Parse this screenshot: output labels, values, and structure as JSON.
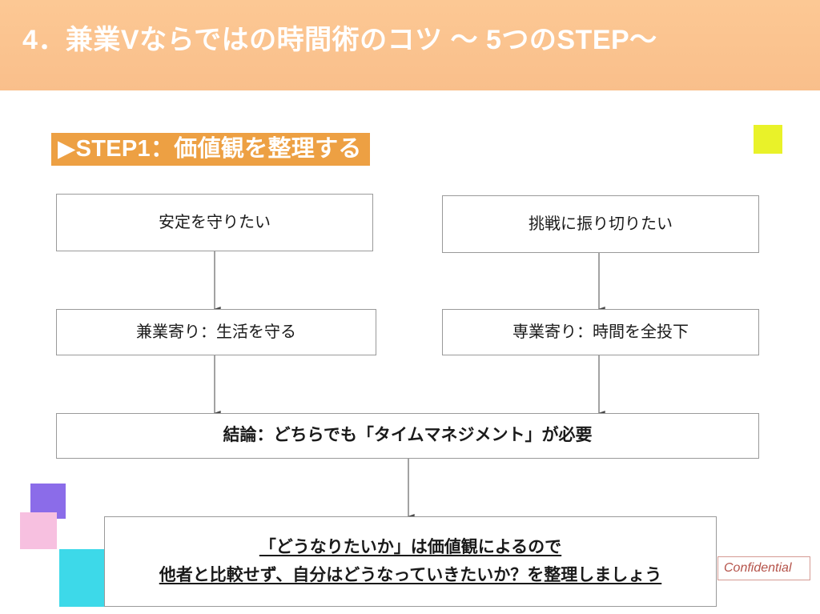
{
  "slide": {
    "title": "4．兼業Vならではの時間術のコツ ～ 5つのSTEP～",
    "step_banner": "▶STEP1：価値観を整理する",
    "confidential_label": "Confidential"
  },
  "colors": {
    "title_band_start": "#fcc894",
    "title_band_end": "#f9bf8b",
    "banner_orange": "#eda043",
    "box_border": "#9a9a9a",
    "connector": "#8c8c8c",
    "deco_green": "#e9f229",
    "deco_purple": "#8b6ce9",
    "deco_pink": "#f7c0e0",
    "deco_cyan": "#3dd9e9",
    "confidential_text": "#b5534a",
    "confidential_border": "#d59a93"
  },
  "flow": {
    "boxes": [
      {
        "id": "stability",
        "text": "安定を守りたい"
      },
      {
        "id": "challenge",
        "text": "挑戦に振り切りたい"
      },
      {
        "id": "side_job",
        "text": "兼業寄り：生活を守る"
      },
      {
        "id": "full_time",
        "text": "専業寄り：時間を全投下"
      },
      {
        "id": "conclusion",
        "text": "結論：どちらでも「タイムマネジメント」が必要"
      }
    ],
    "summary": {
      "line1": "「どうなりたいか」は価値観によるので",
      "line2": "他者と比較せず、自分はどうなっていきたいか？を整理しましょう"
    }
  }
}
